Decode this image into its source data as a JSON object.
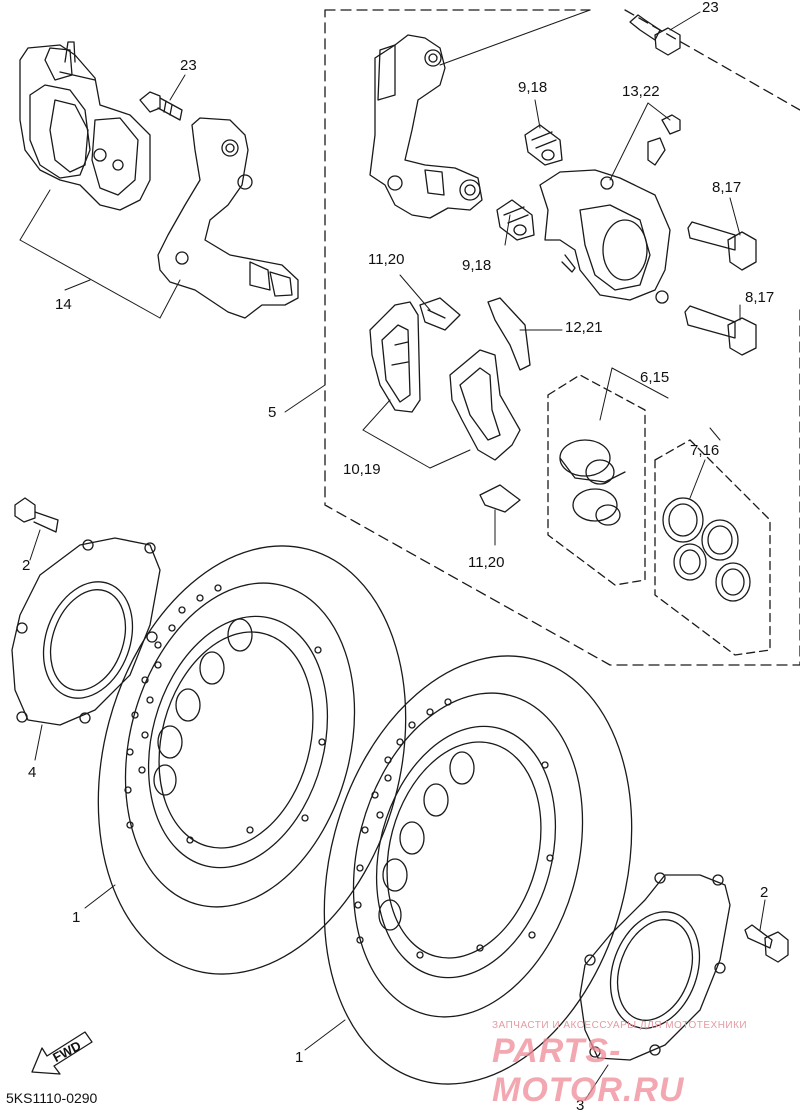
{
  "labels": {
    "l23_top": "23",
    "l23_left": "23",
    "l9_18_top": "9,18",
    "l13_22": "13,22",
    "l8_17_top": "8,17",
    "l9_18_mid": "9,18",
    "l11_20_top": "11,20",
    "l8_17_bot": "8,17",
    "l12_21": "12,21",
    "l14": "14",
    "l5": "5",
    "l6_15": "6,15",
    "l7_16": "7,16",
    "l10_19": "10,19",
    "l11_20_bot": "11,20",
    "l2_left": "2",
    "l4": "4",
    "l1_left": "1",
    "l2_right": "2",
    "l1_bottom": "1",
    "l3": "3"
  },
  "diagram_code": "5KS1110-0290",
  "fwd_arrow": "FWD",
  "watermark": {
    "tagline": "ЗАПЧАСТИ И АКСЕССУАРЫ ДЛЯ МОТОТЕХНИКИ",
    "brand": "PARTS-MOTOR.RU"
  },
  "colors": {
    "line": "#1a1a1a",
    "watermark": "#f08a96"
  }
}
